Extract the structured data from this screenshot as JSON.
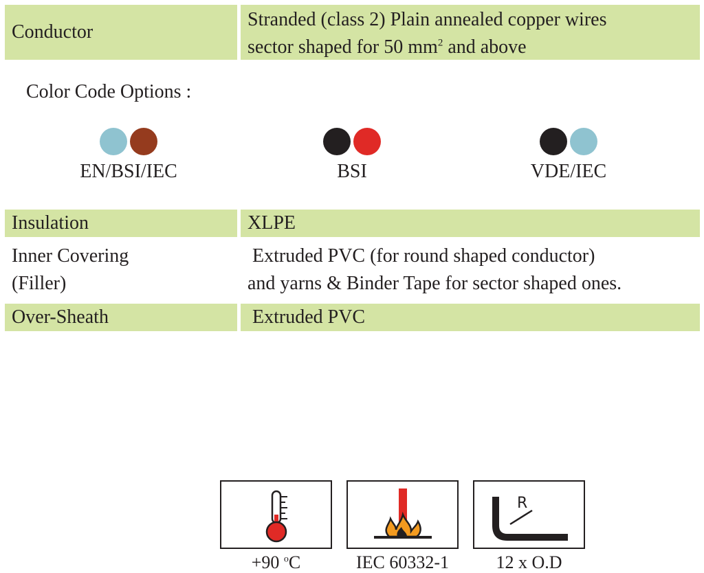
{
  "specs": {
    "conductor": {
      "label": "Conductor",
      "value_line1": "Stranded (class 2) Plain annealed copper wires",
      "value_line2_pre": "sector shaped for 50 mm",
      "value_line2_sup": "2",
      "value_line2_post": " and above"
    },
    "insulation": {
      "label": "Insulation",
      "value": "XLPE"
    },
    "inner_covering": {
      "label_line1": "Inner Covering",
      "label_line2": "(Filler)",
      "value_line1": " Extruded PVC (for round shaped conductor)",
      "value_line2": "and yarns & Binder Tape for sector shaped ones."
    },
    "over_sheath": {
      "label": "Over-Sheath",
      "value": " Extruded PVC"
    }
  },
  "color_codes": {
    "title": "Color Code Options :",
    "options": [
      {
        "label": "EN/BSI/IEC",
        "colors": [
          "#8fc3d0",
          "#953b1e"
        ]
      },
      {
        "label": "BSI",
        "colors": [
          "#231f20",
          "#e02a26"
        ]
      },
      {
        "label": "VDE/IEC",
        "colors": [
          "#231f20",
          "#8fc3d0"
        ]
      }
    ]
  },
  "ratings": [
    {
      "icon": "thermometer-icon",
      "caption_pre": "+90 ",
      "caption_sup": "o",
      "caption_post": "C"
    },
    {
      "icon": "flame-test-icon",
      "caption": "IEC 60332-1"
    },
    {
      "icon": "bend-radius-icon",
      "caption": "12 x O.D",
      "icon_text": "R"
    }
  ],
  "colors": {
    "row_highlight": "#d4e4a4",
    "thermo_red": "#e02a26",
    "flame_orange": "#f39a1f"
  }
}
